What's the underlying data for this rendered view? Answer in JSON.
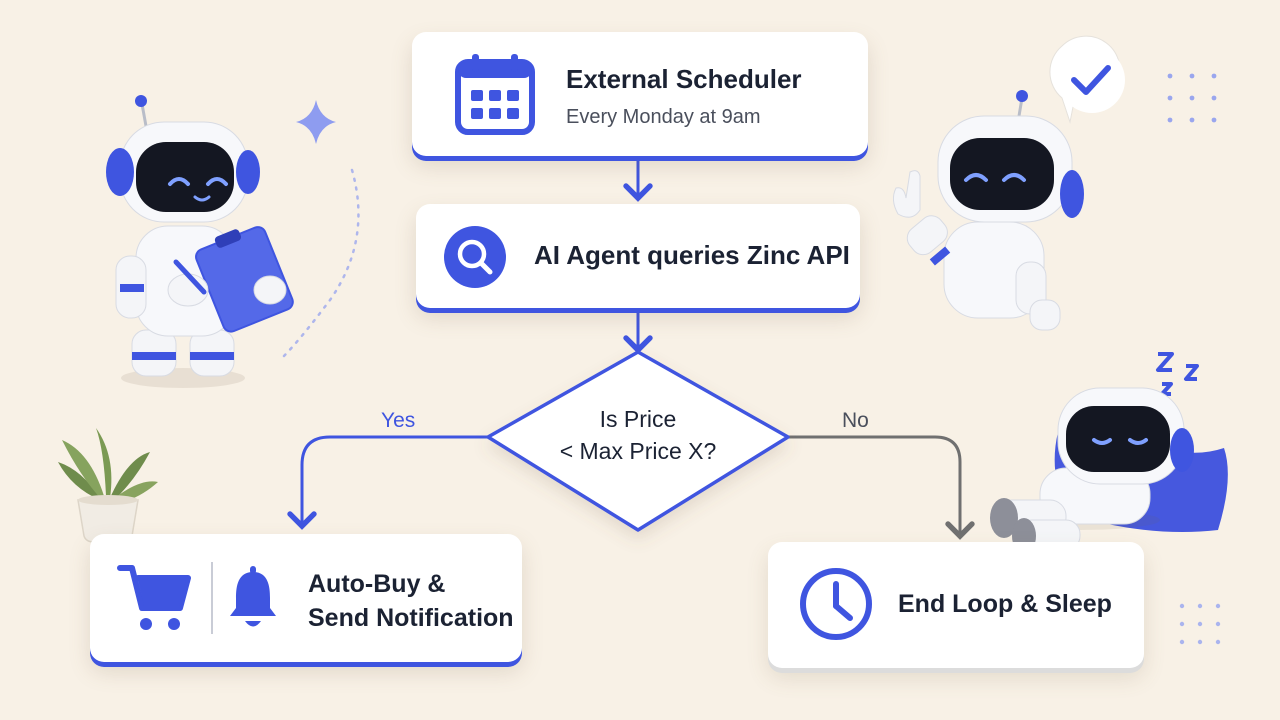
{
  "nodes": {
    "scheduler": {
      "title": "External Scheduler",
      "subtitle": "Every Monday at 9am",
      "icon": "calendar-icon"
    },
    "query": {
      "label": "AI Agent queries Zinc API",
      "icon": "search-icon"
    },
    "decision": {
      "line1": "Is Price",
      "line2": "< Max Price X?"
    },
    "buy": {
      "line1": "Auto-Buy &",
      "line2": "Send Notification",
      "icons": [
        "cart-icon",
        "bell-icon"
      ]
    },
    "sleep": {
      "label": "End Loop & Sleep",
      "icon": "clock-icon"
    }
  },
  "edges": {
    "yes_label": "Yes",
    "no_label": "No"
  },
  "decorations": [
    "robot-with-clipboard",
    "robot-pointing",
    "robot-sleeping",
    "potted-plant",
    "sparkle",
    "check-speech-bubble",
    "zzz"
  ],
  "colors": {
    "accent": "#3f55e0",
    "background": "#f8f1e6",
    "no_branch": "#707070"
  }
}
